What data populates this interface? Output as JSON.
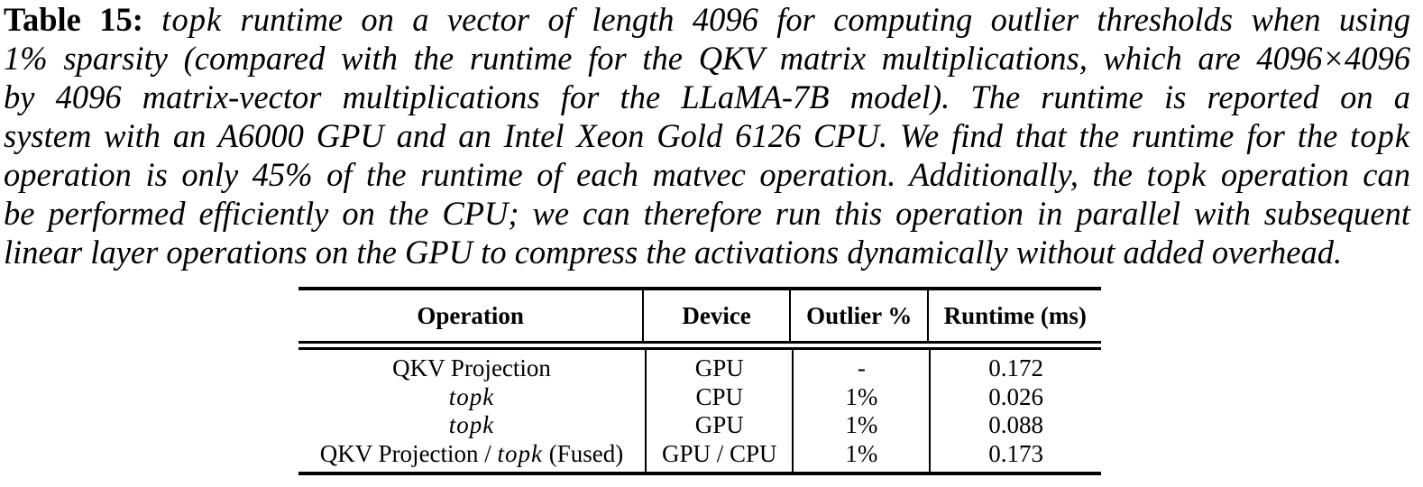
{
  "caption": {
    "label": "Table 15:",
    "topk": "topk",
    "line1_rest": " runtime on a vector of length 4096 for computing outlier thresholds when using",
    "line2": "1% sparsity (compared with the runtime for the QKV matrix multiplications, which are 4096×4096",
    "line3": "by 4096 matrix-vector multiplications for the LLaMA-7B model).  The runtime is reported on a",
    "line4_a": "system with an A6000 GPU and an Intel Xeon Gold 6126 CPU. We find that the runtime for the ",
    "line4_b": "topk",
    "line5_a": "operation is only 45% of the runtime of each matvec operation. Additionally, the ",
    "line5_b": "topk",
    "line5_c": " operation can",
    "line6": "be performed efficiently on the CPU; we can therefore run this operation in parallel with subsequent",
    "line7": "linear layer operations on the GPU to compress the activations dynamically without added overhead."
  },
  "table": {
    "headers": [
      "Operation",
      "Device",
      "Outlier %",
      "Runtime (ms)"
    ],
    "rows": [
      {
        "operation": "QKV Projection",
        "op_italic": false,
        "device": "GPU",
        "outlier": "-",
        "runtime": "0.172"
      },
      {
        "operation": "topk",
        "op_italic": true,
        "device": "CPU",
        "outlier": "1%",
        "runtime": "0.026"
      },
      {
        "operation": "topk",
        "op_italic": true,
        "device": "GPU",
        "outlier": "1%",
        "runtime": "0.088"
      },
      {
        "operation_a": "QKV Projection / ",
        "operation_b": "topk",
        "operation_c": " (Fused)",
        "device": "GPU / CPU",
        "outlier": "1%",
        "runtime": "0.173"
      }
    ]
  }
}
